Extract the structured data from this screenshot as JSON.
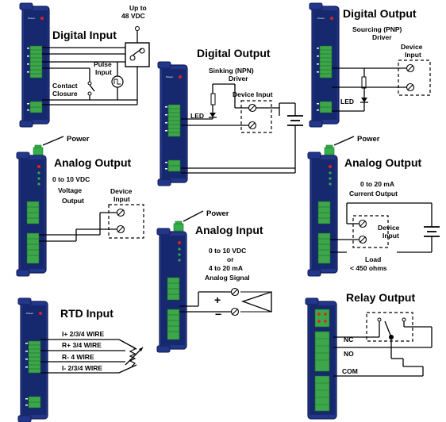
{
  "digital_input": {
    "title": "Digital Input",
    "up_to": "Up to",
    "voltage": "48 VDC",
    "pulse": "Pulse",
    "input": "Input",
    "contact": "Contact",
    "closure": "Closure"
  },
  "digital_output_npn": {
    "title": "Digital Output",
    "driver_type": "Sinking (NPN)",
    "driver": "Driver",
    "led": "LED",
    "device_input": "Device Input"
  },
  "digital_output_pnp": {
    "title": "Digital Output",
    "driver_type": "Sourcing (PNP)",
    "driver": "Driver",
    "device": "Device",
    "input": "Input",
    "led": "LED"
  },
  "analog_output_voltage": {
    "power": "Power",
    "title": "Analog Output",
    "range": "0 to 10 VDC",
    "voltage": "Voltage",
    "output": "Output",
    "device": "Device",
    "input": "Input"
  },
  "analog_output_current": {
    "power": "Power",
    "title": "Analog Output",
    "range": "0 to 20 mA",
    "current_output": "Current Output",
    "device": "Device",
    "input": "Input",
    "load": "Load",
    "load_limit": "< 450 ohms"
  },
  "analog_input": {
    "power": "Power",
    "title": "Analog Input",
    "range1": "0 to 10 VDC",
    "or": "or",
    "range2": "4 to 20 mA",
    "signal": "Analog Signal",
    "plus": "+",
    "minus": "−"
  },
  "rtd_input": {
    "title": "RTD Input",
    "wires": [
      "I+ 2/3/4 WIRE",
      "R+ 3/4 WIRE",
      "R- 4 WIRE",
      "I- 2/3/4 WIRE"
    ]
  },
  "relay_output": {
    "title": "Relay Output",
    "nc": "NC",
    "no": "NO",
    "com": "COM"
  },
  "colors": {
    "module_body": "#22378a",
    "module_dark": "#121a55",
    "terminal_green": "#3ea64a",
    "power_plug": "#33b04a",
    "power_led": "#e02020"
  }
}
